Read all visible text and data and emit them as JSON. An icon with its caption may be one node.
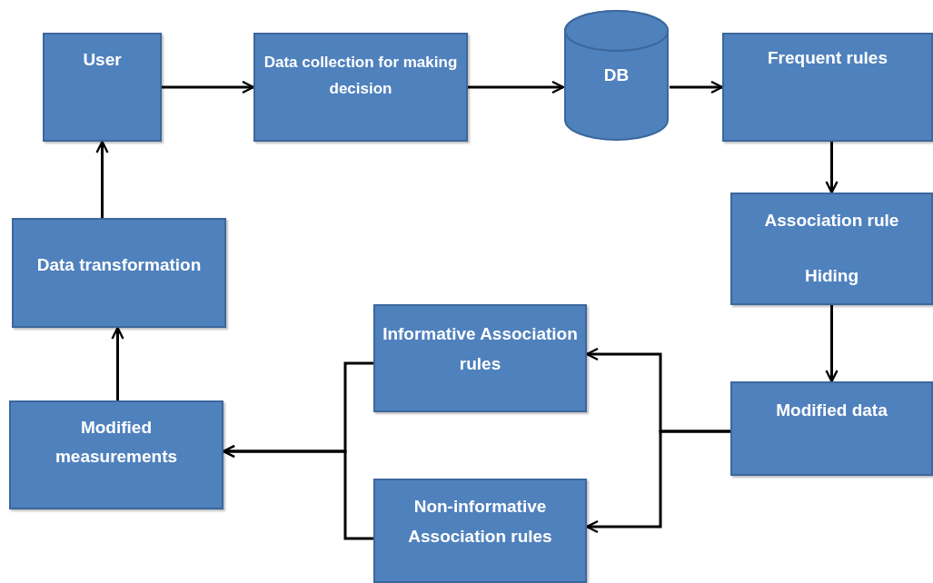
{
  "diagram": {
    "nodes": [
      {
        "text": [
          "User"
        ]
      },
      {
        "text": [
          "Data collection for making decision"
        ]
      },
      {
        "text": [
          "DB"
        ]
      },
      {
        "text": [
          "Frequent rules"
        ]
      },
      {
        "text": [
          "Association rule Hiding"
        ]
      },
      {
        "text": [
          "Modified data"
        ]
      },
      {
        "text": [
          "Informative Association rules"
        ]
      },
      {
        "text": [
          "Non-informative Association rules"
        ]
      },
      {
        "text": [
          "Modified measurements"
        ]
      },
      {
        "text": [
          "Data transformation"
        ]
      }
    ],
    "edges": [
      {
        "from": 0,
        "to": 1,
        "arrow": "to"
      },
      {
        "from": 1,
        "to": 2,
        "arrow": "to"
      },
      {
        "from": 2,
        "to": 3,
        "arrow": "to"
      },
      {
        "from": 3,
        "to": 4,
        "arrow": "to"
      },
      {
        "from": 4,
        "to": 5,
        "arrow": "to"
      },
      {
        "from": 5,
        "to": 6,
        "arrow": "to"
      },
      {
        "from": 5,
        "to": 7,
        "arrow": "to"
      },
      {
        "from": 6,
        "to": 8,
        "arrow": "to"
      },
      {
        "from": 7,
        "to": 8,
        "arrow": "to"
      },
      {
        "from": 8,
        "to": 9,
        "arrow": "to"
      },
      {
        "from": 9,
        "to": 0,
        "arrow": "to"
      }
    ]
  }
}
